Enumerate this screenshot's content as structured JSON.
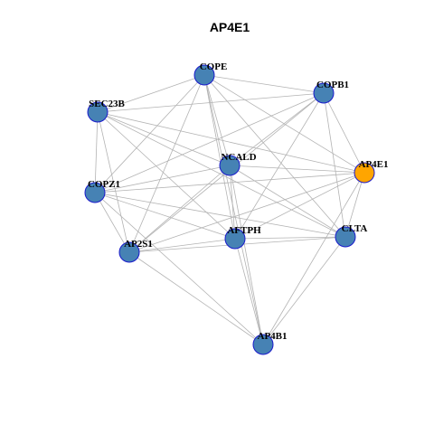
{
  "title": "AP4E1",
  "colors": {
    "default_node": "#4682B4",
    "highlight_node": "#FFA500",
    "node_border": "#1A1ACC",
    "edge": "#B3B3B3"
  },
  "nodes": [
    {
      "id": "COPE",
      "label": "COPE",
      "highlight": false
    },
    {
      "id": "COPB1",
      "label": "COPB1",
      "highlight": false
    },
    {
      "id": "SEC23B",
      "label": "SEC23B",
      "highlight": false
    },
    {
      "id": "NCALD",
      "label": "NCALD",
      "highlight": false
    },
    {
      "id": "AP4E1",
      "label": "AP4E1",
      "highlight": true
    },
    {
      "id": "COPZ1",
      "label": "COPZ1",
      "highlight": false
    },
    {
      "id": "AFTPH",
      "label": "AFTPH",
      "highlight": false
    },
    {
      "id": "CLTA",
      "label": "CLTA",
      "highlight": false
    },
    {
      "id": "AP2S1",
      "label": "AP2S1",
      "highlight": false
    },
    {
      "id": "AP4B1",
      "label": "AP4B1",
      "highlight": false
    }
  ],
  "edges": [
    [
      "COPE",
      "COPB1"
    ],
    [
      "COPE",
      "SEC23B"
    ],
    [
      "COPE",
      "NCALD"
    ],
    [
      "COPE",
      "AP4E1"
    ],
    [
      "COPE",
      "AFTPH"
    ],
    [
      "COPE",
      "CLTA"
    ],
    [
      "COPE",
      "AP2S1"
    ],
    [
      "COPE",
      "COPZ1"
    ],
    [
      "COPE",
      "AP4B1"
    ],
    [
      "COPB1",
      "SEC23B"
    ],
    [
      "COPB1",
      "NCALD"
    ],
    [
      "COPB1",
      "AP4E1"
    ],
    [
      "COPB1",
      "CLTA"
    ],
    [
      "COPB1",
      "AFTPH"
    ],
    [
      "COPB1",
      "AP2S1"
    ],
    [
      "COPB1",
      "COPZ1"
    ],
    [
      "SEC23B",
      "NCALD"
    ],
    [
      "SEC23B",
      "AP4E1"
    ],
    [
      "SEC23B",
      "COPZ1"
    ],
    [
      "SEC23B",
      "AFTPH"
    ],
    [
      "SEC23B",
      "CLTA"
    ],
    [
      "SEC23B",
      "AP2S1"
    ],
    [
      "NCALD",
      "AP4E1"
    ],
    [
      "NCALD",
      "COPZ1"
    ],
    [
      "NCALD",
      "AFTPH"
    ],
    [
      "NCALD",
      "CLTA"
    ],
    [
      "NCALD",
      "AP2S1"
    ],
    [
      "NCALD",
      "AP4B1"
    ],
    [
      "AP4E1",
      "COPZ1"
    ],
    [
      "AP4E1",
      "AFTPH"
    ],
    [
      "AP4E1",
      "CLTA"
    ],
    [
      "AP4E1",
      "AP2S1"
    ],
    [
      "AP4E1",
      "AP4B1"
    ],
    [
      "COPZ1",
      "AFTPH"
    ],
    [
      "COPZ1",
      "CLTA"
    ],
    [
      "COPZ1",
      "AP2S1"
    ],
    [
      "COPZ1",
      "AP4B1"
    ],
    [
      "AFTPH",
      "CLTA"
    ],
    [
      "AFTPH",
      "AP2S1"
    ],
    [
      "AFTPH",
      "AP4B1"
    ],
    [
      "CLTA",
      "AP2S1"
    ],
    [
      "CLTA",
      "AP4B1"
    ],
    [
      "AP2S1",
      "AP4B1"
    ]
  ]
}
